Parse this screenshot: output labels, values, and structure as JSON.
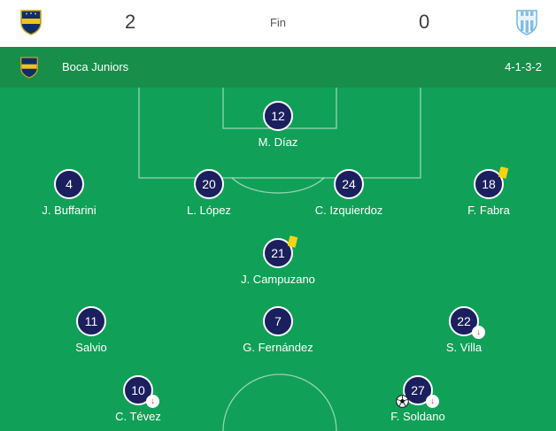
{
  "match": {
    "home_score": "2",
    "away_score": "0",
    "status": "Fin",
    "home_crest_icon": "boca-juniors-crest-icon",
    "away_crest_icon": "atletico-tucuman-crest-icon"
  },
  "team": {
    "name": "Boca Juniors",
    "formation": "4-1-3-2"
  },
  "colors": {
    "pitch": "#11a057",
    "team_bar": "#178e4a",
    "player_badge": "#1b1f5e",
    "yellow_card": "#f5d312",
    "sub_arrow": "#e53935"
  },
  "players": [
    {
      "number": "12",
      "name": "M. Díaz",
      "yellow_card": false,
      "subbed_off": false,
      "goal": false
    },
    {
      "number": "4",
      "name": "J. Buffarini",
      "yellow_card": false,
      "subbed_off": false,
      "goal": false
    },
    {
      "number": "20",
      "name": "L. López",
      "yellow_card": false,
      "subbed_off": false,
      "goal": false
    },
    {
      "number": "24",
      "name": "C. Izquierdoz",
      "yellow_card": false,
      "subbed_off": false,
      "goal": false
    },
    {
      "number": "18",
      "name": "F. Fabra",
      "yellow_card": true,
      "subbed_off": false,
      "goal": false
    },
    {
      "number": "21",
      "name": "J. Campuzano",
      "yellow_card": true,
      "subbed_off": false,
      "goal": false
    },
    {
      "number": "11",
      "name": "Salvio",
      "yellow_card": false,
      "subbed_off": false,
      "goal": false
    },
    {
      "number": "7",
      "name": "G. Fernández",
      "yellow_card": false,
      "subbed_off": false,
      "goal": false
    },
    {
      "number": "22",
      "name": "S. Villa",
      "yellow_card": false,
      "subbed_off": true,
      "goal": false
    },
    {
      "number": "10",
      "name": "C. Tévez",
      "yellow_card": false,
      "subbed_off": true,
      "goal": false
    },
    {
      "number": "27",
      "name": "F. Soldano",
      "yellow_card": false,
      "subbed_off": true,
      "goal": true
    }
  ]
}
